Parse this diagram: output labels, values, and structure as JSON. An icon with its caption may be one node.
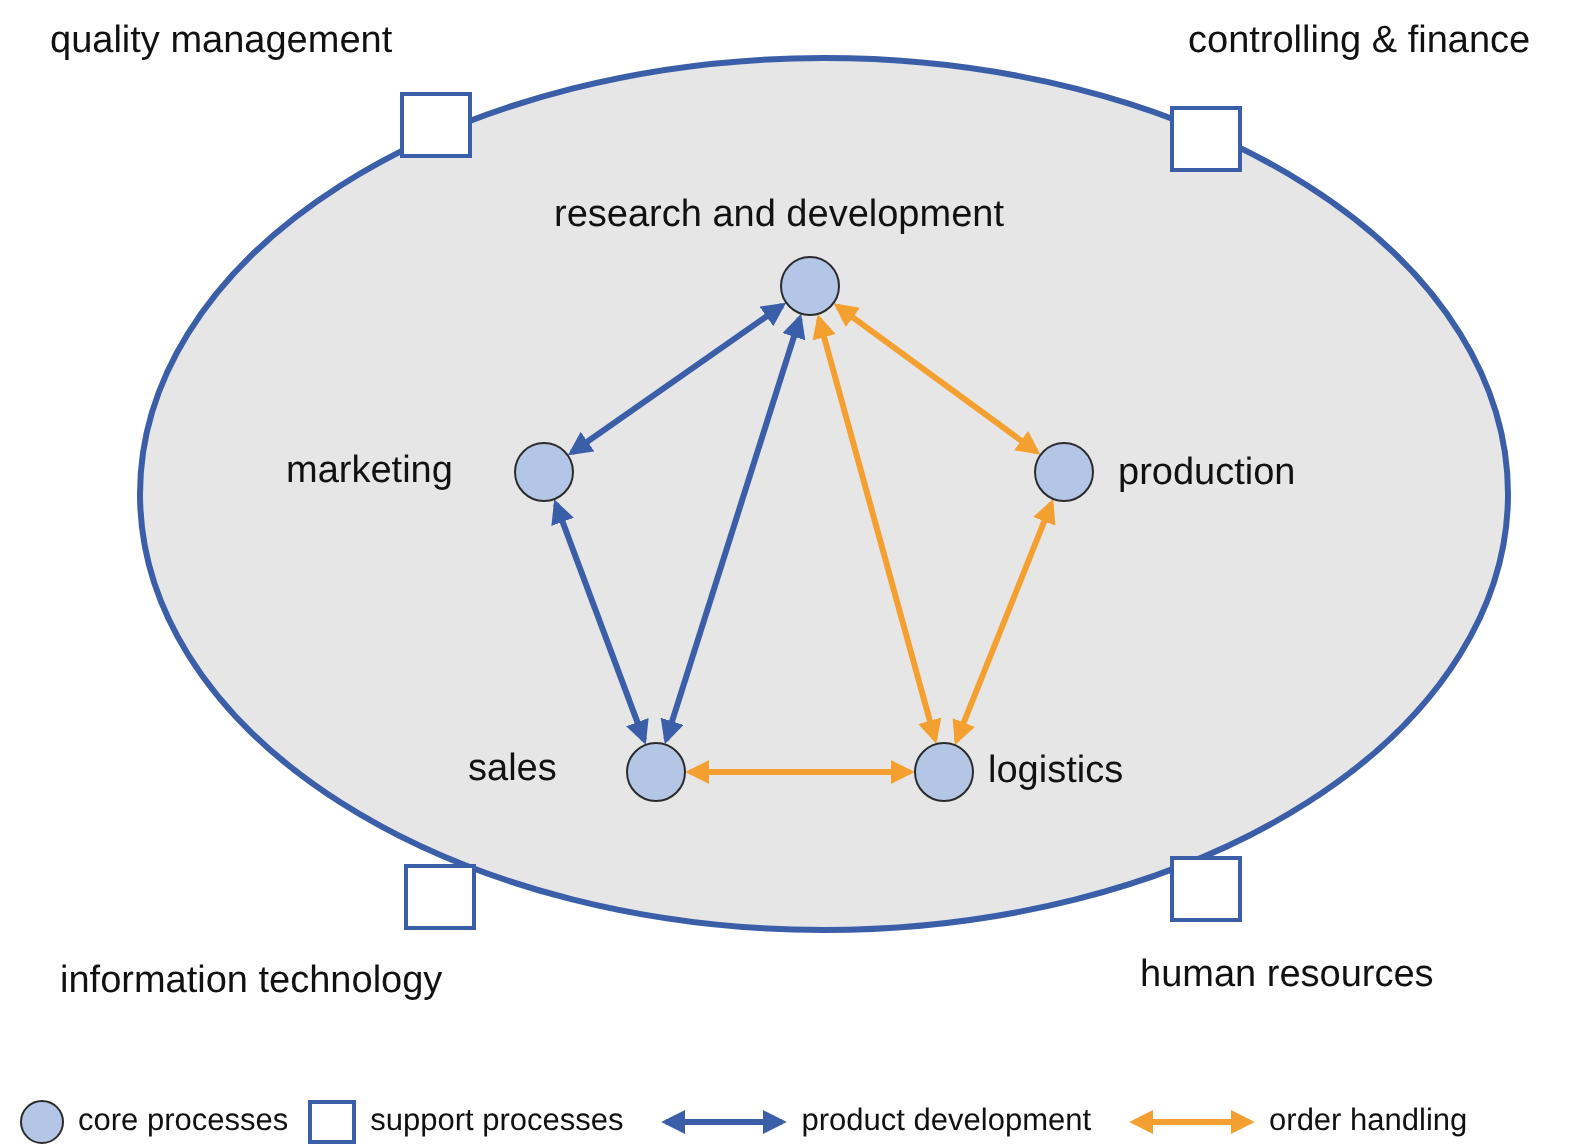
{
  "diagram": {
    "nodes": [
      {
        "text": [
          "quality management"
        ]
      },
      {
        "text": [
          "controlling & finance"
        ]
      },
      {
        "text": [
          "research and development"
        ]
      },
      {
        "text": [
          "marketing"
        ]
      },
      {
        "text": [
          "production"
        ]
      },
      {
        "text": [
          "sales"
        ]
      },
      {
        "text": [
          "logistics"
        ]
      },
      {
        "text": [
          "information technology"
        ]
      },
      {
        "text": [
          "human resources"
        ]
      }
    ],
    "edges": [
      {
        "from": 2,
        "to": 3,
        "arrow": "both",
        "color": "#3b5ea8"
      },
      {
        "from": 2,
        "to": 5,
        "arrow": "both",
        "color": "#3b5ea8"
      },
      {
        "from": 3,
        "to": 5,
        "arrow": "both",
        "color": "#3b5ea8"
      },
      {
        "from": 2,
        "to": 4,
        "arrow": "both",
        "color": "#f4a030"
      },
      {
        "from": 2,
        "to": 6,
        "arrow": "both",
        "color": "#f4a030"
      },
      {
        "from": 4,
        "to": 6,
        "arrow": "both",
        "color": "#f4a030"
      },
      {
        "from": 5,
        "to": 6,
        "arrow": "both",
        "color": "#f4a030"
      }
    ],
    "legend": [
      {
        "text": "core processes"
      },
      {
        "text": "support processes"
      },
      {
        "text": "product development"
      },
      {
        "text": "order handling"
      }
    ]
  }
}
